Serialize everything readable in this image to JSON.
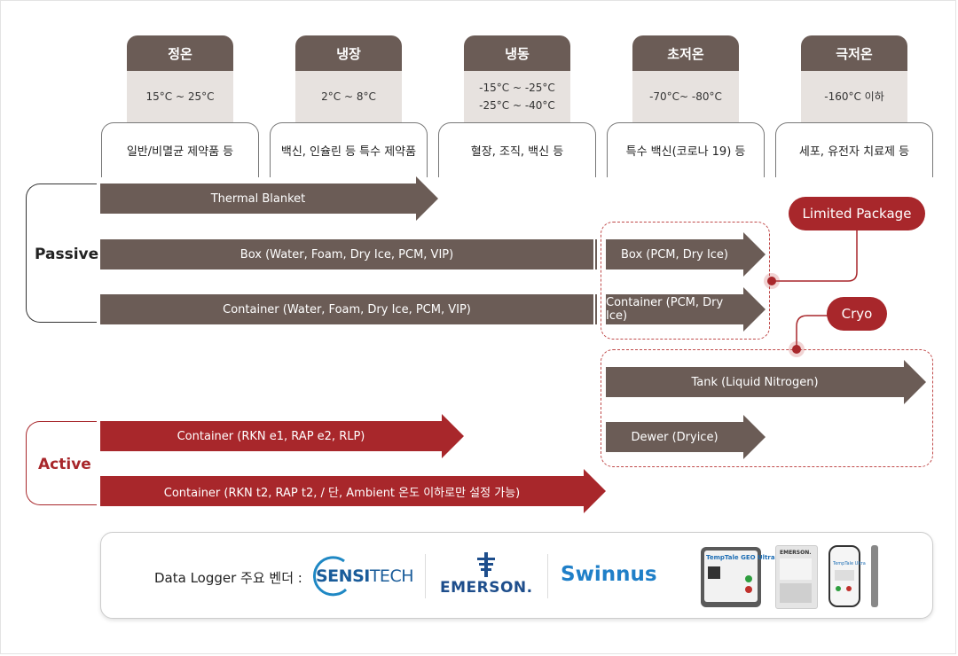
{
  "columns": [
    {
      "title": "정온",
      "range": [
        "15°C ~ 25°C"
      ],
      "usage": "일반/비멸균 제약품 등"
    },
    {
      "title": "냉장",
      "range": [
        "2°C ~ 8°C"
      ],
      "usage": "백신, 인슐린 등 특수 제약품"
    },
    {
      "title": "냉동",
      "range": [
        "-15°C ~ -25°C",
        "-25°C ~ -40°C"
      ],
      "usage": "혈장, 조직, 백신 등"
    },
    {
      "title": "초저온",
      "range": [
        "-70°C~ -80°C"
      ],
      "usage": "특수 백신(코로나 19) 등"
    },
    {
      "title": "극저온",
      "range": [
        "-160°C 이하"
      ],
      "usage": "세포, 유전자 치료제 등"
    }
  ],
  "passive": {
    "label": "Passive",
    "thermal_blanket": "Thermal Blanket",
    "box_main": "Box (Water, Foam, Dry Ice, PCM, VIP)",
    "box_pcm": "Box (PCM, Dry Ice)",
    "container_main": "Container (Water, Foam, Dry Ice, PCM, VIP)",
    "container_pcm": "Container (PCM, Dry Ice)"
  },
  "limited_package": "Limited Package",
  "cryo": {
    "label": "Cryo",
    "tank": "Tank (Liquid Nitrogen)",
    "dewer": "Dewer (Dryice)"
  },
  "active": {
    "label": "Active",
    "container1": "Container (RKN e1, RAP e2, RLP)",
    "container2": "Container (RKN t2, RAP t2, / 단, Ambient 온도 이하로만 설정 가능)"
  },
  "vendors": {
    "title": "Data Logger 주요 벤더 :",
    "sensitech_a": "SENSI",
    "sensitech_b": "TECH",
    "emerson": "EMERSON.",
    "swinnus": "Swinnus",
    "device1_label": "TempTale GEO Ultra",
    "device2_label": "EMERSON.",
    "device3_label": "TempTale Ultra"
  },
  "colors": {
    "brown": "#6b5c56",
    "red": "#a8272b",
    "light": "#e7e2df"
  }
}
